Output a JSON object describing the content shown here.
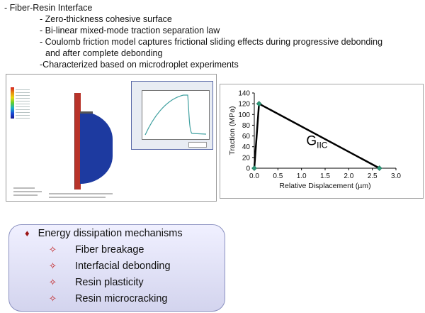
{
  "heading": "- Fiber-Resin Interface",
  "details": [
    "- Zero-thickness cohesive surface",
    "- Bi-linear mixed-mode traction separation law",
    "- Coulomb friction model captures frictional sliding effects during progressive debonding",
    "and after complete debonding",
    "-Characterized based on microdroplet experiments"
  ],
  "chart_data": {
    "type": "line",
    "series": [
      {
        "x": [
          0.0,
          0.1,
          2.65
        ],
        "y": [
          0,
          120,
          0
        ]
      }
    ],
    "x_ticks": [
      "0.0",
      "0.5",
      "1.0",
      "1.5",
      "2.0",
      "2.5",
      "3.0"
    ],
    "y_ticks": [
      "0",
      "20",
      "40",
      "60",
      "80",
      "100",
      "120",
      "140"
    ],
    "xlim": [
      0,
      3.0
    ],
    "ylim": [
      0,
      140
    ],
    "xlabel": "Relative Displacement (µm)",
    "ylabel": "Traction (MPa)",
    "annotation_main": "G",
    "annotation_sub": "IIC",
    "grid": false,
    "line_color": "#000000",
    "marker_color": "#2e9a7a"
  },
  "panel": {
    "title": "Energy dissipation mechanisms",
    "items": [
      "Fiber breakage",
      "Interfacial debonding",
      "Resin plasticity",
      "Resin microcracking"
    ],
    "title_marker": "♦",
    "item_marker": "✧"
  }
}
